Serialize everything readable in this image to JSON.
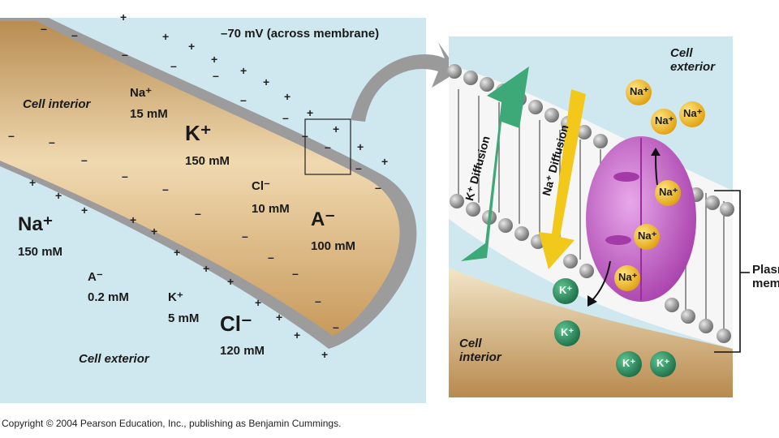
{
  "left_panel": {
    "voltage_label": "–70 mV (across membrane)",
    "cell_interior": "Cell interior",
    "cell_exterior": "Cell exterior",
    "na_in": {
      "ion": "Na⁺",
      "conc": "15 mM"
    },
    "k_in": {
      "ion": "K⁺",
      "conc": "150 mM"
    },
    "cl_in": {
      "ion": "Cl⁻",
      "conc": "10 mM"
    },
    "a_in": {
      "ion": "A⁻",
      "conc": "100 mM"
    },
    "na_out": {
      "ion": "Na⁺",
      "conc": "150 mM"
    },
    "a_out": {
      "ion": "A⁻",
      "conc": "0.2 mM"
    },
    "k_out": {
      "ion": "K⁺",
      "conc": "5 mM"
    },
    "cl_out": {
      "ion": "Cl⁻",
      "conc": "120 mM"
    }
  },
  "right_panel": {
    "cell_exterior": "Cell exterior",
    "cell_interior": "Cell interior",
    "k_diffusion": "K⁺ Diffusion",
    "na_diffusion": "Na⁺ Diffusion",
    "na_ion": "Na⁺",
    "k_ion": "K⁺",
    "plasma_membrane": "Plasma membrane"
  },
  "colors": {
    "extracellular": "#cfe8f0",
    "cytoplasm": "#d9b27a",
    "pump": "#c45ac8",
    "na_ion": "#f2c12e",
    "k_ion": "#2f9a6a",
    "k_arrow": "#3da878",
    "na_arrow": "#f2c81a"
  },
  "copyright": "Copyright © 2004 Pearson Education, Inc., publishing as Benjamin Cummings."
}
